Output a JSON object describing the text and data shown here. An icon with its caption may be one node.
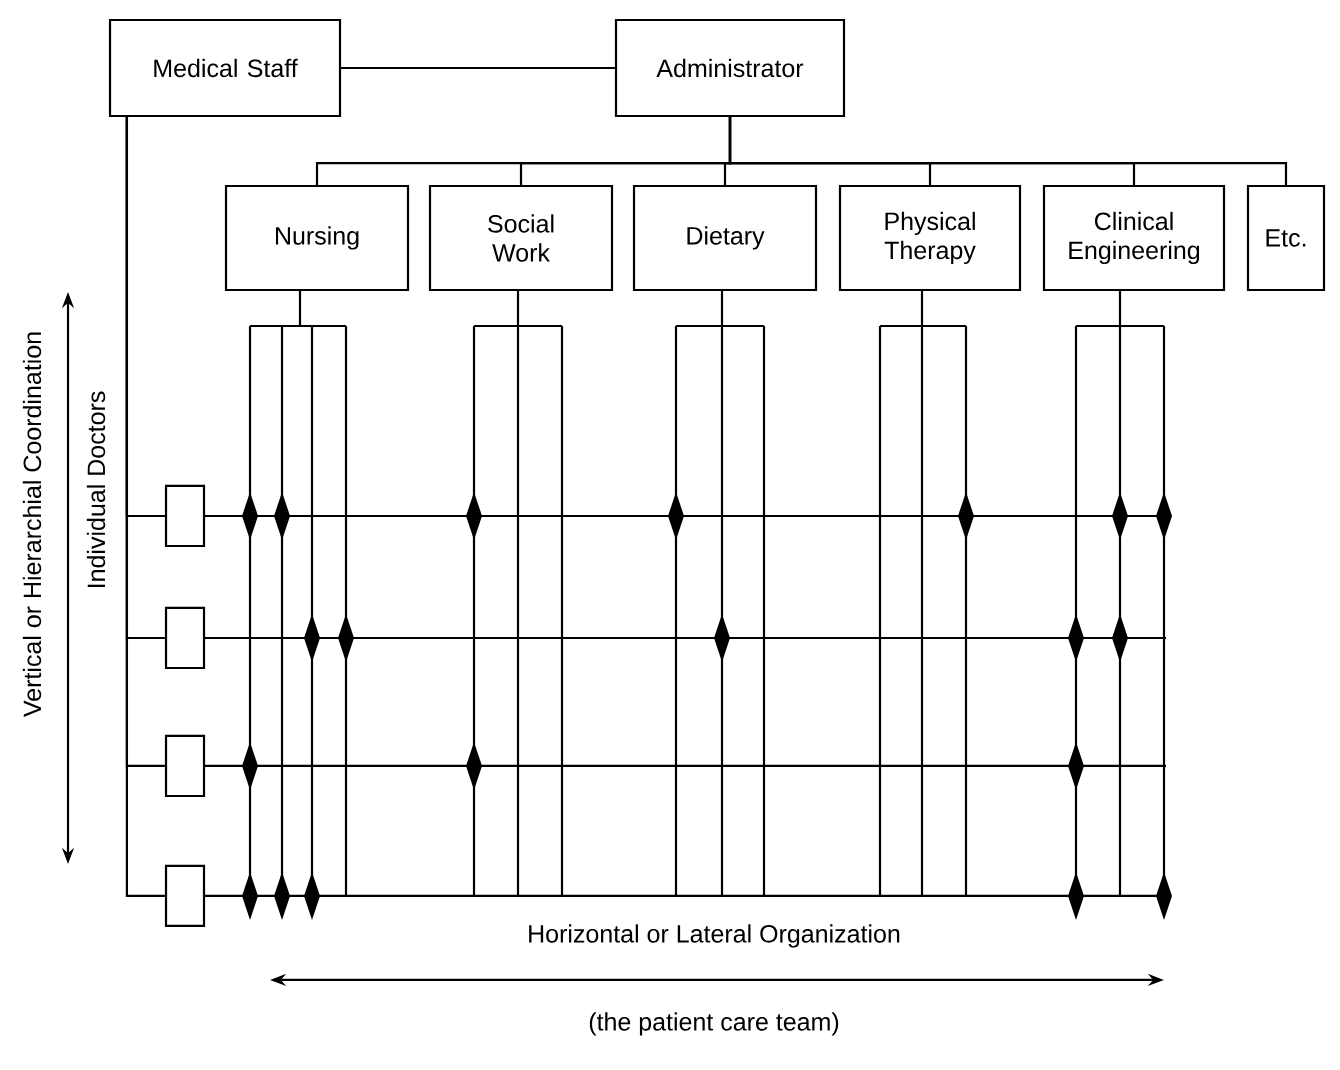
{
  "diagram": {
    "nodes": [
      {
        "text": [
          "Medical Staff"
        ]
      },
      {
        "text": [
          "Administrator"
        ]
      },
      {
        "text": [
          "Nursing"
        ]
      },
      {
        "text": [
          "Social Work"
        ]
      },
      {
        "text": [
          "Dietary"
        ]
      },
      {
        "text": [
          "Physical Therapy"
        ]
      },
      {
        "text": [
          "Clinical Engineering"
        ]
      },
      {
        "text": [
          "Etc."
        ]
      },
      {
        "text": [],
        "shape": "box"
      },
      {
        "text": [],
        "shape": "box"
      },
      {
        "text": [],
        "shape": "box"
      },
      {
        "text": [],
        "shape": "box"
      }
    ],
    "edges": [
      {
        "from": 0,
        "to": 1,
        "arrow": "none"
      },
      {
        "from": 1,
        "to": 2,
        "arrow": "none"
      },
      {
        "from": 1,
        "to": 3,
        "arrow": "none"
      },
      {
        "from": 1,
        "to": 4,
        "arrow": "none"
      },
      {
        "from": 1,
        "to": 5,
        "arrow": "none"
      },
      {
        "from": 1,
        "to": 6,
        "arrow": "none"
      },
      {
        "from": 1,
        "to": 7,
        "arrow": "none"
      },
      {
        "from": 0,
        "to": 8,
        "arrow": "none"
      },
      {
        "from": 0,
        "to": 9,
        "arrow": "none"
      },
      {
        "from": 0,
        "to": 10,
        "arrow": "none"
      },
      {
        "from": 0,
        "to": 11,
        "arrow": "none"
      }
    ],
    "labels": [
      "Vertical or Hierarchial Coordination",
      "Individual Doctors",
      "Horizontal or Lateral Organization",
      "(the patient care team)"
    ]
  }
}
